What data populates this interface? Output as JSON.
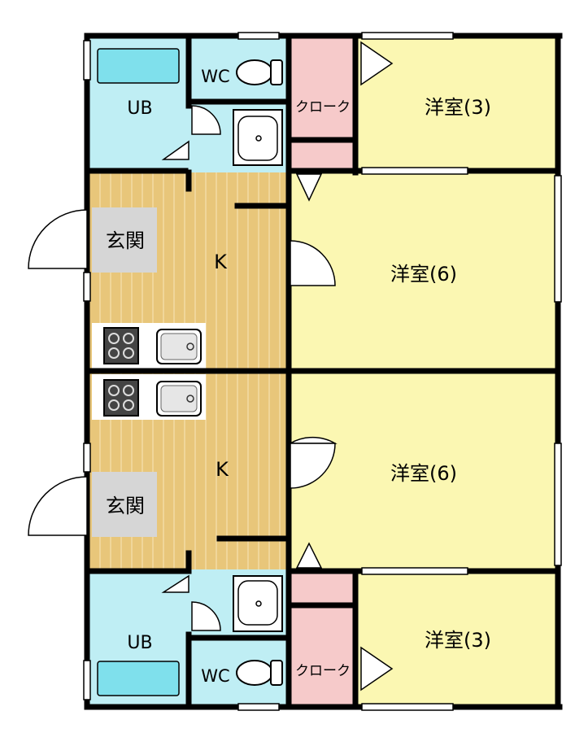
{
  "colors": {
    "bathroom": "#bfeef4",
    "tub": "#7fe0ec",
    "closet": "#f6caca",
    "bedroom": "#fbf7b2",
    "floor": "#e8c67a",
    "floorLine": "#f3dca5",
    "entrance": "#d6d6d6",
    "wall": "#000000"
  },
  "rooms": {
    "ub_top": "UB",
    "wc_top": "WC",
    "closet_top": "クローク",
    "western_top": "洋室(3)",
    "entrance_top": "玄関",
    "kitchen_top": "K",
    "western_mid_top": "洋室(6)",
    "kitchen_bottom": "K",
    "western_mid_bottom": "洋室(6)",
    "entrance_bottom": "玄関",
    "ub_bottom": "UB",
    "wc_bottom": "WC",
    "closet_bottom": "クローク",
    "western_bottom": "洋室(3)"
  }
}
